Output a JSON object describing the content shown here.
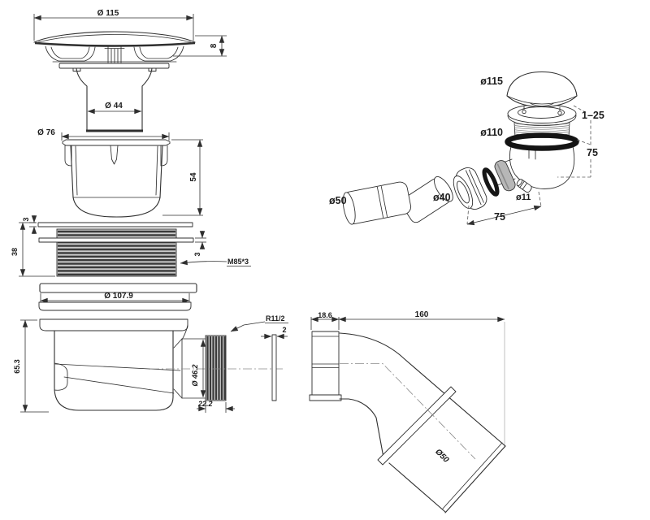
{
  "canvas": {
    "background": "#ffffff",
    "line_color": "#2f2f2f"
  },
  "views": {
    "cap_front": {
      "dims": {
        "diameter": "Ø 115",
        "height": "8",
        "stem_diameter": "Ø 44"
      }
    },
    "basket": {
      "dims": {
        "diameter": "Ø 76",
        "height": "54"
      }
    },
    "locknut": {
      "dims": {
        "top_washer_thickness": "3",
        "stack_height": "38",
        "mid_washer_thickness": "3",
        "thread_spec": "M85*3"
      }
    },
    "gasket_plate": {
      "dims": {
        "diameter": "Ø 107.9"
      }
    },
    "trap_body_side": {
      "dims": {
        "height": "65.3",
        "outlet_thread": "R11/2",
        "outlet_diameter": "Ø 46.2",
        "thread_length": "22.2",
        "washer_thickness": "2"
      }
    },
    "outlet_elbow_side": {
      "dims": {
        "nut_width": "18.6",
        "overall_length": "160",
        "pipe_diameter": "Ø50"
      }
    },
    "assembly_3d": {
      "labels": {
        "cap_diameter": "ø115",
        "adjustment_range": "1–25",
        "flange_diameter": "ø110",
        "body_height": "75",
        "tailpipe_diameter": "ø50",
        "cone_diameter": "ø40",
        "barb_diameter": "ø11",
        "horizontal_span": "75"
      }
    }
  }
}
